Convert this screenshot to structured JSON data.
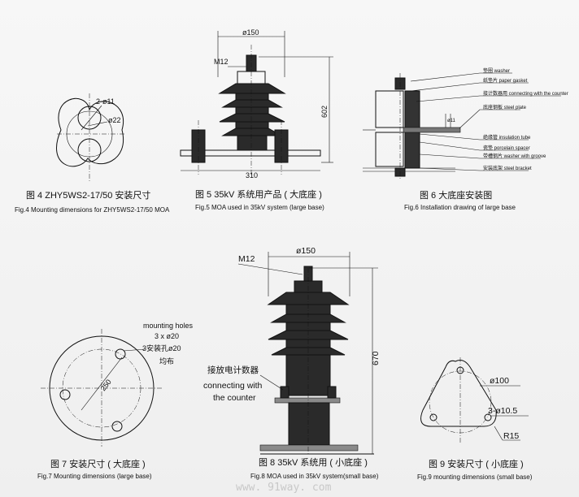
{
  "fig4": {
    "caption": "图 4 ZHY5WS2-17/50 安装尺寸",
    "caption_en": "Fig.4  Mounting dimensions for ZHY5WS2-17/50 MOA",
    "hole_label": "2-ø11",
    "dia_label": "ø22"
  },
  "fig5": {
    "caption": "图 5 35kV 系统用产品 ( 大底座 )",
    "caption_en": "Fig.5 MOA used in 35kV system (large base)",
    "dia_label": "ø150",
    "thread_label": "M12",
    "height_label": "602",
    "width_label": "310"
  },
  "fig6": {
    "caption": "图 6  大底座安装图",
    "caption_en": "Fig.6 Installation drawing of large base",
    "hole_label": "ø11",
    "parts": [
      "垫圈  washer",
      "纸垫片  paper gasket",
      "接计数器用  connecting with the counter",
      "底座钢板  steel plate",
      "绝缘管  insulation tube",
      "瓷垫  porcelain spacer",
      "带槽钢片  washer with groove",
      "安装底架  steel bracket"
    ]
  },
  "fig7": {
    "caption": "图 7 安装尺寸 ( 大底座 )",
    "caption_en": "Fig.7 Mounting dimensions (large base)",
    "holes_en": "mounting holes",
    "holes_count": "3 x ø20",
    "holes_cn": "3安装孔ø20",
    "holes_cn2": "均布",
    "pcd_label": "250"
  },
  "fig8": {
    "caption": "图 8 35kV 系统用 ( 小底座 )",
    "caption_en": "Fig.8 MOA used in 35kV system(small base)",
    "dia_label": "ø150",
    "thread_label": "M12",
    "height_label": "670",
    "counter_cn": "接放电计数器",
    "counter_en1": "connecting with",
    "counter_en2": "the counter"
  },
  "fig9": {
    "caption": "图 9 安装尺寸 ( 小底座 )",
    "caption_en": "Fig.9 mounting dimensions (small base)",
    "pcd_label": "ø100",
    "holes_label": "3-ø10.5",
    "radius_label": "R15"
  },
  "watermark": "www. 91way. com"
}
